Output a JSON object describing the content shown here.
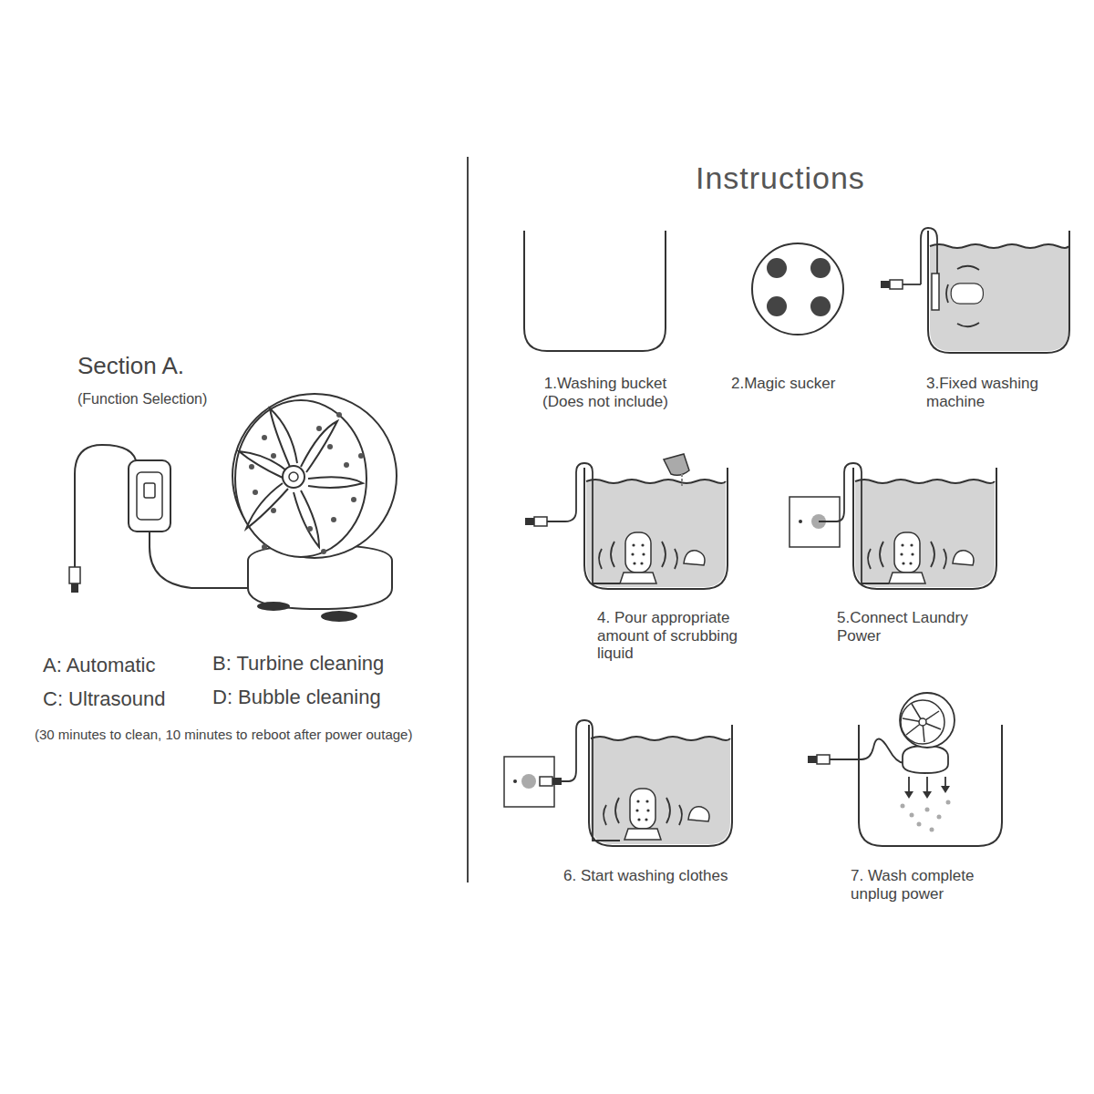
{
  "diagram": {
    "title": "Instructions",
    "labels": [
      "Section A.",
      "(Function Selection)",
      "A: Automatic",
      "B: Turbine cleaning",
      "C: Ultrasound",
      "D: Bubble cleaning",
      "(30 minutes to clean, 10 minutes to reboot after power outage)",
      "1.Washing bucket (Does not include)",
      "2.Magic sucker",
      "3.Fixed washing machine",
      "4. Pour appropriate amount of scrubbing liquid",
      "5.Connect Laundry Power",
      "6. Start washing clothes",
      "7. Wash complete unplug power"
    ]
  }
}
